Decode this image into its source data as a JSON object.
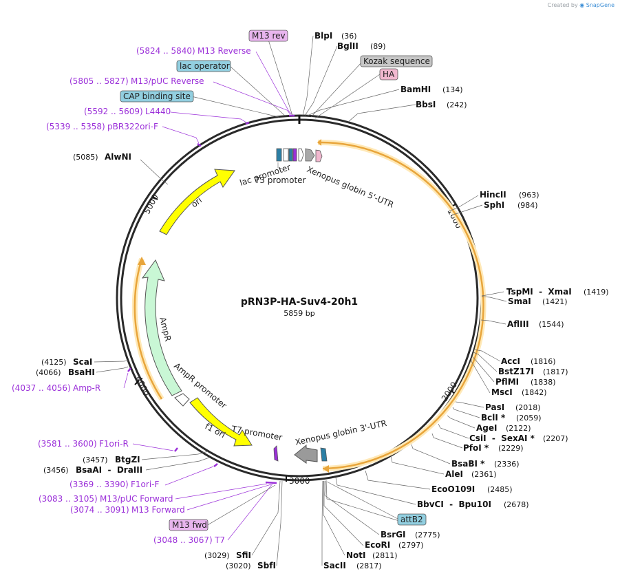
{
  "credit": {
    "prefix": "Created by",
    "brand": "SnapGene"
  },
  "plasmid": {
    "name": "pRN3P-HA-Suv4-20h1",
    "size_label": "5859 bp",
    "length": 5859
  },
  "tick_labels": [
    "1000",
    "2000",
    "3000",
    "4000",
    "5000"
  ],
  "colors": {
    "primer": "#9b30d9",
    "yellow": "#ffff00",
    "cds": "#f3b35c",
    "ampr": "#c9f7d5",
    "tag_blue": "#92cfe0",
    "tag_purple": "#e8b5ee",
    "tag_gray": "#c6c6c6",
    "tag_pink": "#f1b8cf"
  },
  "enzymes": [
    {
      "name": "BlpI",
      "pos": "(36)"
    },
    {
      "name": "BglII",
      "pos": "(89)"
    },
    {
      "name": "BamHI",
      "pos": "(134)"
    },
    {
      "name": "BbsI",
      "pos": "(242)"
    },
    {
      "name": "HincII",
      "pos": "(963)"
    },
    {
      "name": "SphI",
      "pos": "(984)"
    },
    {
      "name": "TspMI  -  XmaI",
      "pos": "(1419)"
    },
    {
      "name": "SmaI",
      "pos": "(1421)"
    },
    {
      "name": "AflIII",
      "pos": "(1544)"
    },
    {
      "name": "AccI",
      "pos": "(1816)"
    },
    {
      "name": "BstZ17I",
      "pos": "(1817)"
    },
    {
      "name": "PflMI",
      "pos": "(1838)"
    },
    {
      "name": "MscI",
      "pos": "(1842)"
    },
    {
      "name": "PasI",
      "pos": "(2018)"
    },
    {
      "name": "BclI *",
      "pos": "(2059)"
    },
    {
      "name": "AgeI",
      "pos": "(2122)"
    },
    {
      "name": "CsiI  -  SexAI *",
      "pos": "(2207)"
    },
    {
      "name": "PfoI *",
      "pos": "(2229)"
    },
    {
      "name": "BsaBI *",
      "pos": "(2336)"
    },
    {
      "name": "AleI",
      "pos": "(2361)"
    },
    {
      "name": "EcoO109I",
      "pos": "(2485)"
    },
    {
      "name": "BbvCI  -  Bpu10I",
      "pos": "(2678)"
    },
    {
      "name": "BsrGI",
      "pos": "(2775)"
    },
    {
      "name": "EcoRI",
      "pos": "(2797)"
    },
    {
      "name": "NotI",
      "pos": "(2811)"
    },
    {
      "name": "SacII",
      "pos": "(2817)"
    },
    {
      "name": "SbfI",
      "pos": "(3020)"
    },
    {
      "name": "SfiI",
      "pos": "(3029)"
    },
    {
      "name": "BsaAI  -  DraIII",
      "pos": "(3456)"
    },
    {
      "name": "BtgZI",
      "pos": "(3457)"
    },
    {
      "name": "BsaHI",
      "pos": "(4066)"
    },
    {
      "name": "ScaI",
      "pos": "(4125)"
    },
    {
      "name": "AlwNI",
      "pos": "(5085)"
    }
  ],
  "primers": [
    {
      "range": "(5824 .. 5840)",
      "name": "M13 Reverse"
    },
    {
      "range": "(5805 .. 5827)",
      "name": "M13/pUC Reverse"
    },
    {
      "range": "(5592 .. 5609)",
      "name": "L4440"
    },
    {
      "range": "(5339 .. 5358)",
      "name": "pBR322ori-F"
    },
    {
      "range": "(4037 .. 4056)",
      "name": "Amp-R"
    },
    {
      "range": "(3581 .. 3600)",
      "name": "F1ori-R"
    },
    {
      "range": "(3369 .. 3390)",
      "name": "F1ori-F"
    },
    {
      "range": "(3083 .. 3105)",
      "name": "M13/pUC Forward"
    },
    {
      "range": "(3074 .. 3091)",
      "name": "M13 Forward"
    },
    {
      "range": "(3048 .. 3067)",
      "name": "T7"
    }
  ],
  "tags": [
    "M13 rev",
    "lac operator",
    "CAP binding site",
    "Kozak sequence",
    "HA",
    "attB2",
    "M13 fwd"
  ],
  "features": [
    "lac promoter",
    "T3 promoter",
    "Xenopus globin 5'-UTR",
    "ori",
    "AmpR",
    "AmpR promoter",
    "f1 ori",
    "T7 promoter",
    "Xenopus globin 3'-UTR"
  ]
}
